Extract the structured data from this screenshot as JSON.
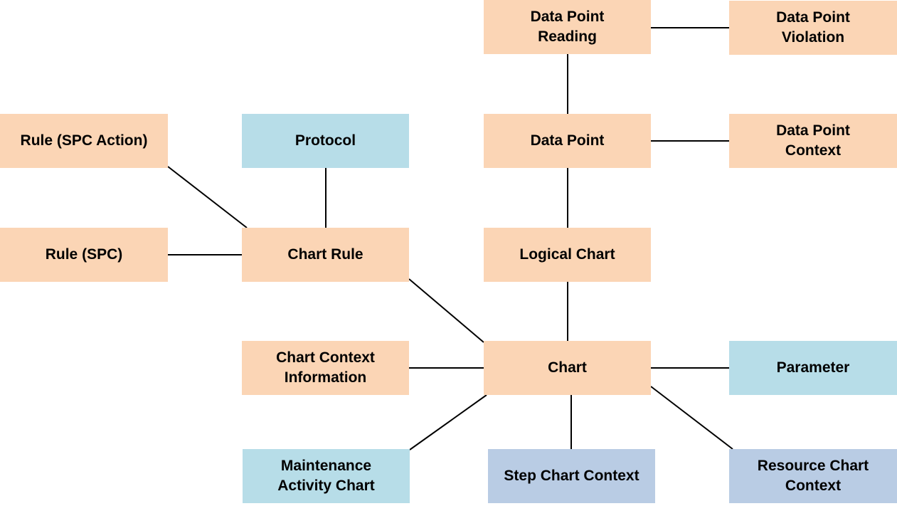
{
  "diagram": {
    "nodes": {
      "data_point_reading": {
        "label": "Data Point\nReading",
        "color": "#fbd5b5"
      },
      "data_point_violation": {
        "label": "Data Point\nViolation",
        "color": "#fbd5b5"
      },
      "rule_spc_action": {
        "label": "Rule (SPC Action)",
        "color": "#fbd5b5"
      },
      "protocol": {
        "label": "Protocol",
        "color": "#b7dde8"
      },
      "data_point": {
        "label": "Data Point",
        "color": "#fbd5b5"
      },
      "data_point_context": {
        "label": "Data Point\nContext",
        "color": "#fbd5b5"
      },
      "rule_spc": {
        "label": "Rule (SPC)",
        "color": "#fbd5b5"
      },
      "chart_rule": {
        "label": "Chart Rule",
        "color": "#fbd5b5"
      },
      "logical_chart": {
        "label": "Logical Chart",
        "color": "#fbd5b5"
      },
      "chart_context_information": {
        "label": "Chart Context\nInformation",
        "color": "#fbd5b5"
      },
      "chart": {
        "label": "Chart",
        "color": "#fbd5b5"
      },
      "parameter": {
        "label": "Parameter",
        "color": "#b7dde8"
      },
      "maintenance_activity_chart": {
        "label": "Maintenance\nActivity Chart",
        "color": "#b7dde8"
      },
      "step_chart_context": {
        "label": "Step Chart Context",
        "color": "#b9cce4"
      },
      "resource_chart_context": {
        "label": "Resource Chart\nContext",
        "color": "#b9cce4"
      }
    },
    "edges": [
      {
        "from": "data_point_reading",
        "to": "data_point_violation"
      },
      {
        "from": "data_point_reading",
        "to": "data_point"
      },
      {
        "from": "data_point",
        "to": "data_point_context"
      },
      {
        "from": "data_point",
        "to": "logical_chart"
      },
      {
        "from": "logical_chart",
        "to": "chart"
      },
      {
        "from": "rule_spc_action",
        "to": "chart_rule"
      },
      {
        "from": "protocol",
        "to": "chart_rule"
      },
      {
        "from": "rule_spc",
        "to": "chart_rule"
      },
      {
        "from": "chart_rule",
        "to": "chart"
      },
      {
        "from": "chart_context_information",
        "to": "chart"
      },
      {
        "from": "chart",
        "to": "parameter"
      },
      {
        "from": "chart",
        "to": "maintenance_activity_chart"
      },
      {
        "from": "chart",
        "to": "step_chart_context"
      },
      {
        "from": "chart",
        "to": "resource_chart_context"
      }
    ],
    "line_color": "#000000"
  }
}
